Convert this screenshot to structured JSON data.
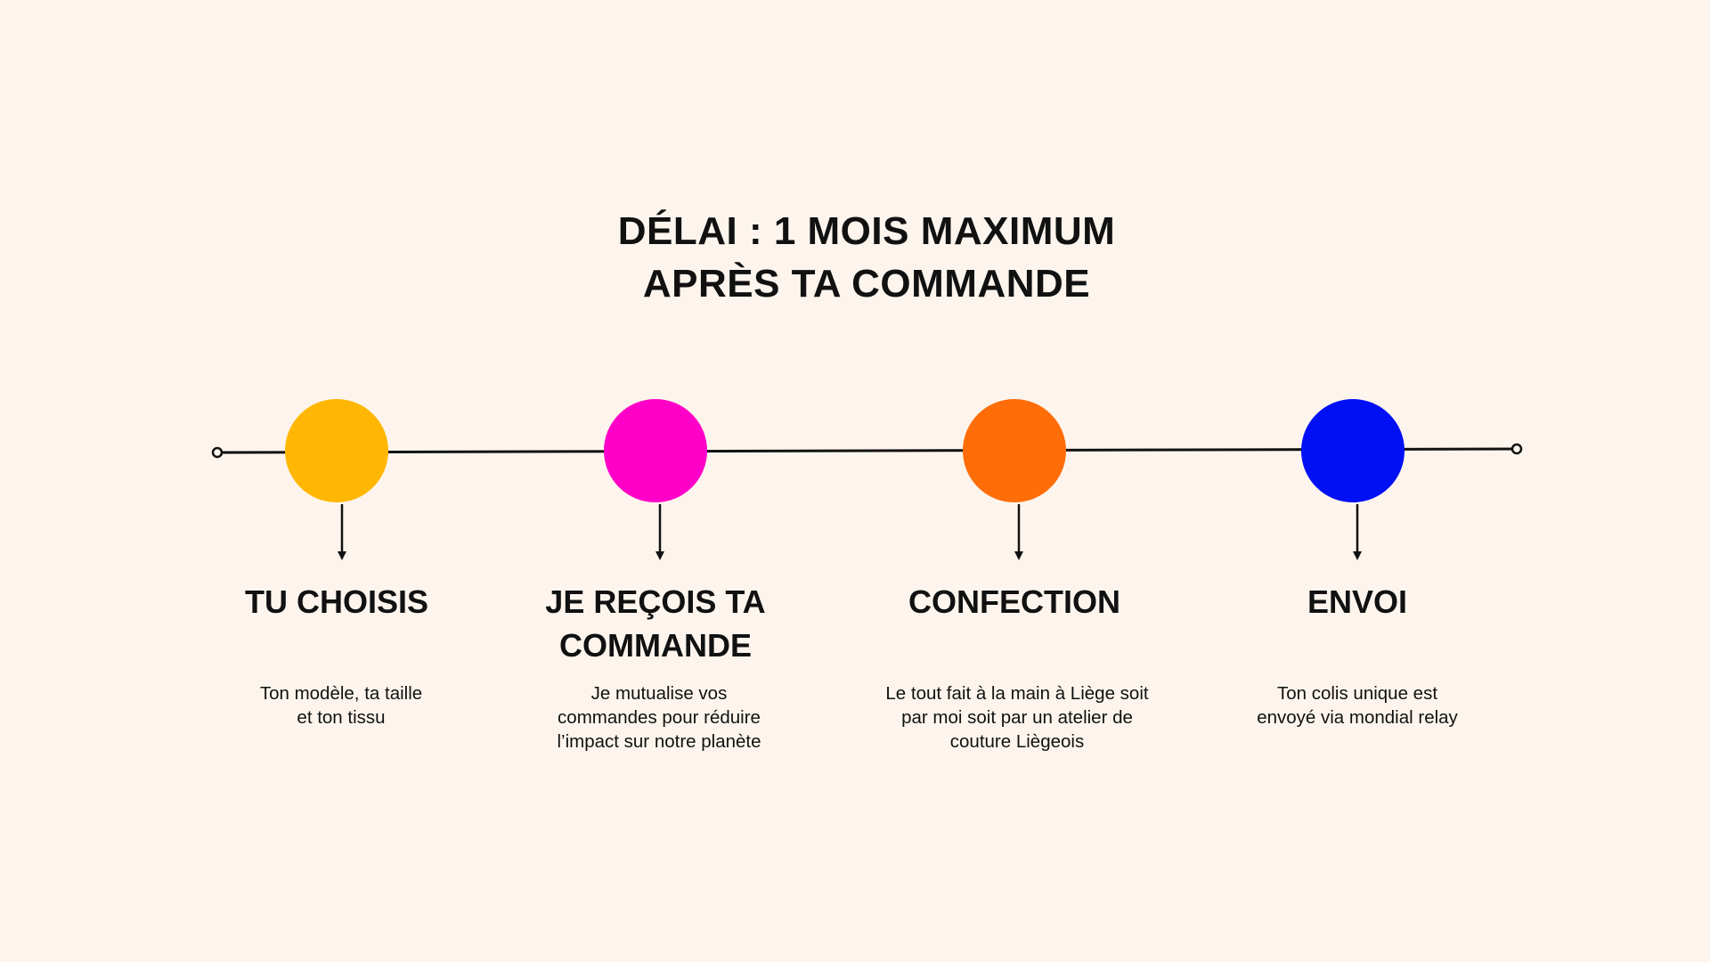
{
  "title": {
    "line1": "DÉLAI : 1 MOIS MAXIMUM",
    "line2": "APRÈS TA COMMANDE"
  },
  "steps": [
    {
      "color": "#ffb703",
      "title_lines": [
        "TU CHOISIS"
      ],
      "desc_lines": [
        "Ton modèle, ta taille",
        "et ton tissu"
      ]
    },
    {
      "color": "#ff00c8",
      "title_lines": [
        "JE REÇOIS TA",
        "COMMANDE"
      ],
      "desc_lines": [
        "Je mutualise vos",
        "commandes pour réduire",
        "l’impact sur notre planète"
      ]
    },
    {
      "color": "#ff6d09",
      "title_lines": [
        "CONFECTION"
      ],
      "desc_lines": [
        "Le tout fait à la main à Liège soit",
        "par moi soit par un atelier de",
        "couture Liègeois"
      ]
    },
    {
      "color": "#0010f5",
      "title_lines": [
        "ENVOI"
      ],
      "desc_lines": [
        "Ton colis unique est",
        "envoyé via mondial relay"
      ]
    }
  ]
}
